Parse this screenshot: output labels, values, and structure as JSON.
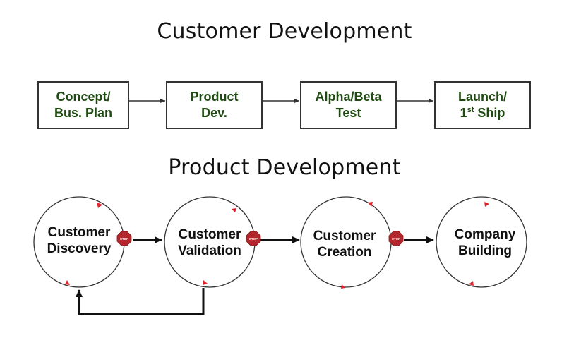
{
  "titles": {
    "top": "Customer Development",
    "middle": "Product Development"
  },
  "stages": [
    {
      "line1": "Concept/",
      "line2": "Bus. Plan"
    },
    {
      "line1": "Product",
      "line2": "Dev."
    },
    {
      "line1": "Alpha/Beta",
      "line2": "Test"
    },
    {
      "line1": "Launch/",
      "line2_pre": "1",
      "line2_sup": "st",
      "line2_post": " Ship"
    }
  ],
  "circles": [
    {
      "line1": "Customer",
      "line2": "Discovery"
    },
    {
      "line1": "Customer",
      "line2": "Validation"
    },
    {
      "line1": "Customer",
      "line2": "Creation"
    },
    {
      "line1": "Company",
      "line2": "Building"
    }
  ],
  "stop_sign_text": "STOP",
  "colors": {
    "stage_text": "#1f4a12",
    "stop_sign": "#b3262b",
    "cycle_arrow": "#e0202a",
    "line": "#111111"
  }
}
